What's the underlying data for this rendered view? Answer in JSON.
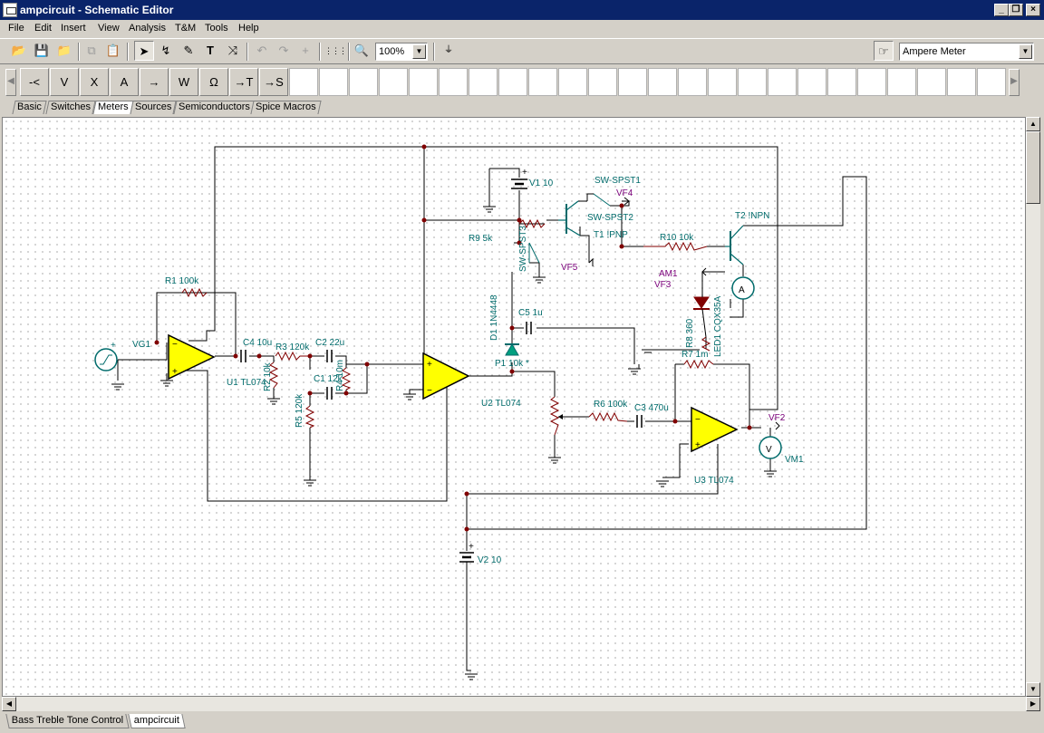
{
  "window": {
    "title": "ampcircuit - Schematic Editor",
    "controls": [
      "_",
      "❐",
      "×"
    ]
  },
  "menu": [
    "File",
    "Edit",
    "Insert",
    "View",
    "Analysis",
    "T&M",
    "Tools",
    "Help"
  ],
  "toolbar": {
    "zoom_value": "100%",
    "component_value": "Ampere Meter"
  },
  "palette": {
    "items": [
      {
        "icon": "voltage-pin-icon",
        "glyph": "-<"
      },
      {
        "icon": "voltmeter-icon",
        "glyph": "V"
      },
      {
        "icon": "cross-probe-icon",
        "glyph": "X"
      },
      {
        "icon": "ammeter-icon",
        "glyph": "A"
      },
      {
        "icon": "current-arrow-icon",
        "glyph": "→"
      },
      {
        "icon": "wattmeter-icon",
        "glyph": "W"
      },
      {
        "icon": "ohmmeter-icon",
        "glyph": "Ω"
      },
      {
        "icon": "to-t-icon",
        "glyph": "→T"
      },
      {
        "icon": "to-s-icon",
        "glyph": "→S"
      }
    ]
  },
  "category_tabs": [
    "Basic",
    "Switches",
    "Meters",
    "Sources",
    "Semiconductors",
    "Spice Macros"
  ],
  "active_category": "Meters",
  "document_tabs": [
    "Bass Treble Tone Control",
    "ampcircuit"
  ],
  "active_document": "ampcircuit",
  "schematic": {
    "labels": {
      "v1": "V1 10",
      "v2": "V2 10",
      "vg1": "VG1",
      "r1": "R1 100k",
      "r2": "R2 10k",
      "r3": "R3 120k",
      "r4": "R4 10m",
      "r5": "R5 120k",
      "r6": "R6 100k",
      "r7": "R7 1m",
      "r8": "R8 360",
      "r9": "R9 5k",
      "r10": "R10 10k",
      "c1": "C1 12k",
      "c2": "C2 22u",
      "c3": "C3 470u",
      "c4": "C4 10u",
      "c5": "C5 1u",
      "d1": "D1 1N4448",
      "led1": "LED1 CQX35A",
      "p1": "P1 10k *",
      "u1": "U1 TL074",
      "u2": "U2 TL074",
      "u3": "U3 TL074",
      "t1": "T1 !PNP",
      "t2": "T2 !NPN",
      "sw1": "SW-SPST1",
      "sw2": "SW-SPST2",
      "sw3": "SW-SPST3",
      "vf2": "VF2",
      "vf3": "VF3",
      "vf4": "VF4",
      "vf5": "VF5",
      "am1": "AM1",
      "vm1": "VM1",
      "meter_a": "A",
      "meter_v": "V"
    },
    "colors": {
      "wire": "#000000",
      "label": "#006b6b",
      "node_label": "#7a007a",
      "component": "#006b6b",
      "opamp_fill": "#ffff00",
      "junction": "#800000",
      "diode": "#00a080",
      "led": "#800000"
    }
  }
}
